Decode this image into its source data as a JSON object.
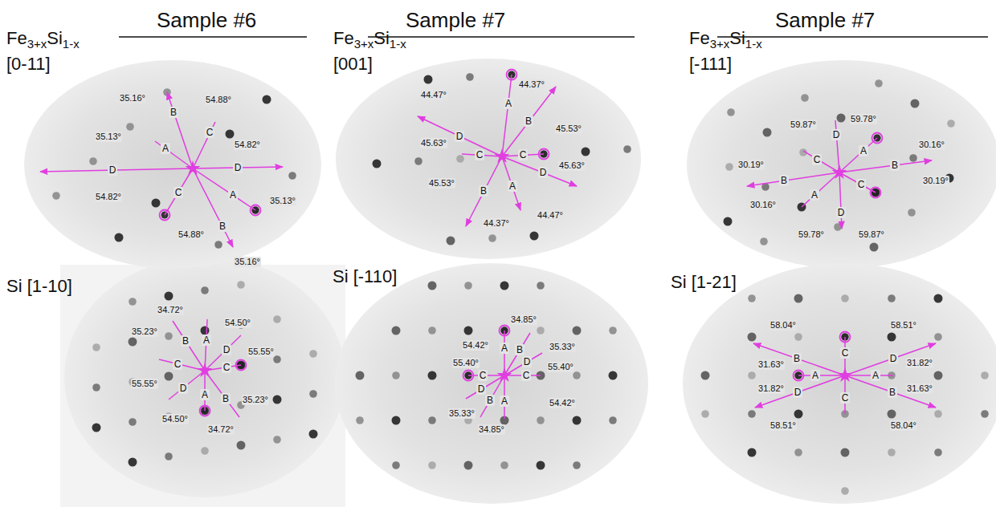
{
  "diagram": {
    "labels": [
      "Sample #6",
      "Sample #7",
      "Sample #7",
      "Fe",
      "3+x",
      "Si",
      "1-x",
      "[0-11]",
      "35.16°",
      "54.88°",
      "35.13°",
      "54.82°",
      "54.82°",
      "35.13°",
      "54.88°",
      "35.16°",
      "B",
      "A",
      "C",
      "D",
      "D",
      "C",
      "A",
      "B",
      "Si [1-10]",
      "34.72°",
      "35.23°",
      "54.50°",
      "55.55°",
      "55.55°",
      "54.50°",
      "35.23°",
      "34.72°",
      "B",
      "A",
      "D",
      "C",
      "C",
      "D",
      "A",
      "B",
      "Fe",
      "3+x",
      "Si",
      "1-x",
      "[001]",
      "44.47°",
      "44.37°",
      "45.63°",
      "45.53°",
      "45.53°",
      "45.63°",
      "44.37°",
      "44.47°",
      "D",
      "A",
      "B",
      "C",
      "C",
      "D",
      "B",
      "A",
      "Si [-110]",
      "34.85°",
      "54.42°",
      "35.33°",
      "55.40°",
      "55.40°",
      "35.33°",
      "54.42°",
      "34.85°",
      "B",
      "A",
      "D",
      "C",
      "C",
      "D",
      "A",
      "B",
      "Fe",
      "3+x",
      "Si",
      "1-x",
      "[-111]",
      "59.87°",
      "59.78°",
      "30.16°",
      "30.19°",
      "30.16°",
      "30.19°",
      "59.78°",
      "59.87°",
      "D",
      "A",
      "C",
      "B",
      "B",
      "C",
      "A",
      "D",
      "Si [1-21]",
      "58.04°",
      "58.51°",
      "31.63°",
      "31.82°",
      "31.82°",
      "31.63°",
      "58.51°",
      "58.04°",
      "B",
      "C",
      "D",
      "A",
      "A",
      "D",
      "C",
      "B"
    ]
  }
}
